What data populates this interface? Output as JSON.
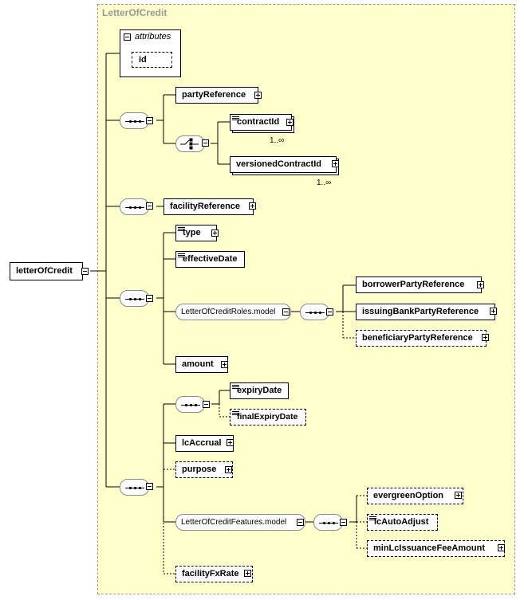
{
  "complex_type": {
    "title": "LetterOfCredit"
  },
  "root": {
    "label": "letterOfCredit"
  },
  "attributes": {
    "header": "attributes",
    "items": [
      {
        "label": "id"
      }
    ]
  },
  "elements": {
    "party_reference": "partyReference",
    "contract_id": "contractId",
    "contract_id_card": "1..∞",
    "versioned_contract_id": "versionedContractId",
    "versioned_contract_id_card": "1..∞",
    "facility_reference": "facilityReference",
    "type": "type",
    "effective_date": "effectiveDate",
    "roles_model": "LetterOfCreditRoles.model",
    "borrower_party_reference": "borrowerPartyReference",
    "issuing_bank_party_reference": "issuingBankPartyReference",
    "beneficiary_party_reference": "beneficiaryPartyReference",
    "amount": "amount",
    "expiry_date": "expiryDate",
    "final_expiry_date": "finalExpiryDate",
    "lc_accrual": "lcAccrual",
    "purpose": "purpose",
    "features_model": "LetterOfCreditFeatures.model",
    "evergreen_option": "evergreenOption",
    "lc_auto_adjust": "lcAutoAdjust",
    "min_lc_issuance_fee_amount": "minLcIssuanceFeeAmount",
    "facility_fx_rate": "facilityFxRate"
  }
}
